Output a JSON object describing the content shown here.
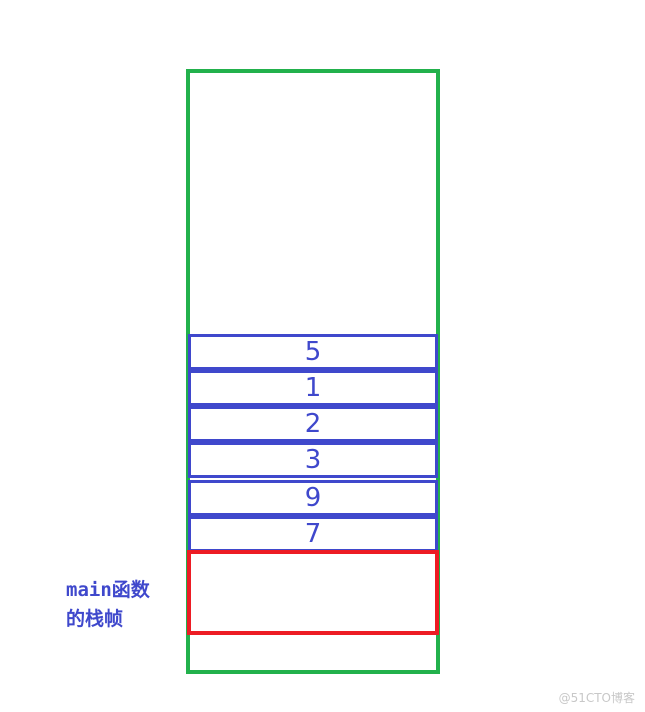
{
  "stack_values": [
    "5",
    "1",
    "2",
    "3",
    "9",
    "7"
  ],
  "frame_label": {
    "line1": "main函数",
    "line2": "的栈帧"
  },
  "watermark": "@51CTO博客",
  "colors": {
    "outer_stack": "#22b14c",
    "slots": "#3f48cc",
    "main_frame": "#ed1c24",
    "label": "#3f48cc"
  }
}
